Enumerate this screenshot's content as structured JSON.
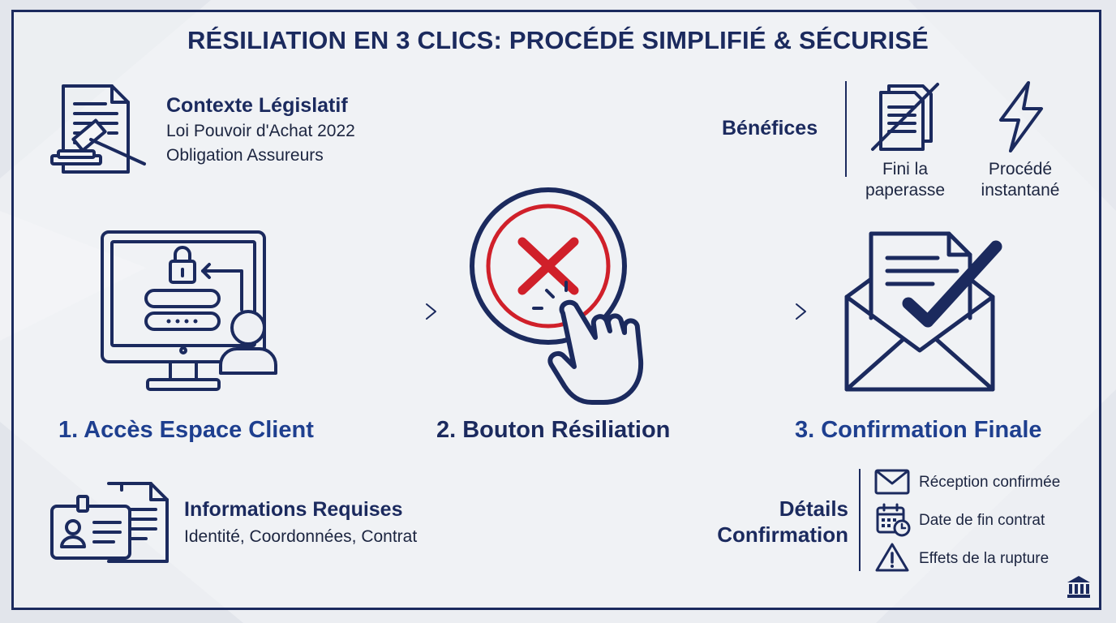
{
  "title": "RÉSILIATION EN 3 CLICS: PROCÉDÉ SIMPLIFIÉ & SÉCURISÉ",
  "context": {
    "heading": "Contexte Législatif",
    "lines": [
      "Loi Pouvoir d'Achat 2022",
      "Obligation Assureurs"
    ],
    "icon": "gavel-document-icon"
  },
  "benefits": {
    "heading": "Bénéfices",
    "items": [
      {
        "label_line1": "Fini la",
        "label_line2": "paperasse",
        "icon": "no-paper-icon"
      },
      {
        "label_line1": "Procédé",
        "label_line2": "instantané",
        "icon": "lightning-icon"
      }
    ]
  },
  "steps": [
    {
      "label": "1. Accès Espace Client",
      "icon": "computer-login-icon"
    },
    {
      "label": "2. Bouton Résiliation",
      "icon": "cancel-click-icon"
    },
    {
      "label": "3. Confirmation Finale",
      "icon": "envelope-check-icon"
    }
  ],
  "required_info": {
    "heading": "Informations Requises",
    "text": "Identité, Coordonnées, Contrat",
    "icon": "id-card-document-icon"
  },
  "confirmation_details": {
    "heading_line1": "Détails",
    "heading_line2": "Confirmation",
    "items": [
      {
        "label": "Réception confirmée",
        "icon": "envelope-icon"
      },
      {
        "label": "Date de fin contrat",
        "icon": "calendar-clock-icon"
      },
      {
        "label": "Effets de la rupture",
        "icon": "warning-icon"
      }
    ]
  },
  "colors": {
    "navy": "#1b2a5e",
    "blue": "#1e3f8f",
    "red": "#d0202a",
    "background": "#eceef2"
  },
  "footer_icon": "bank-building-icon"
}
